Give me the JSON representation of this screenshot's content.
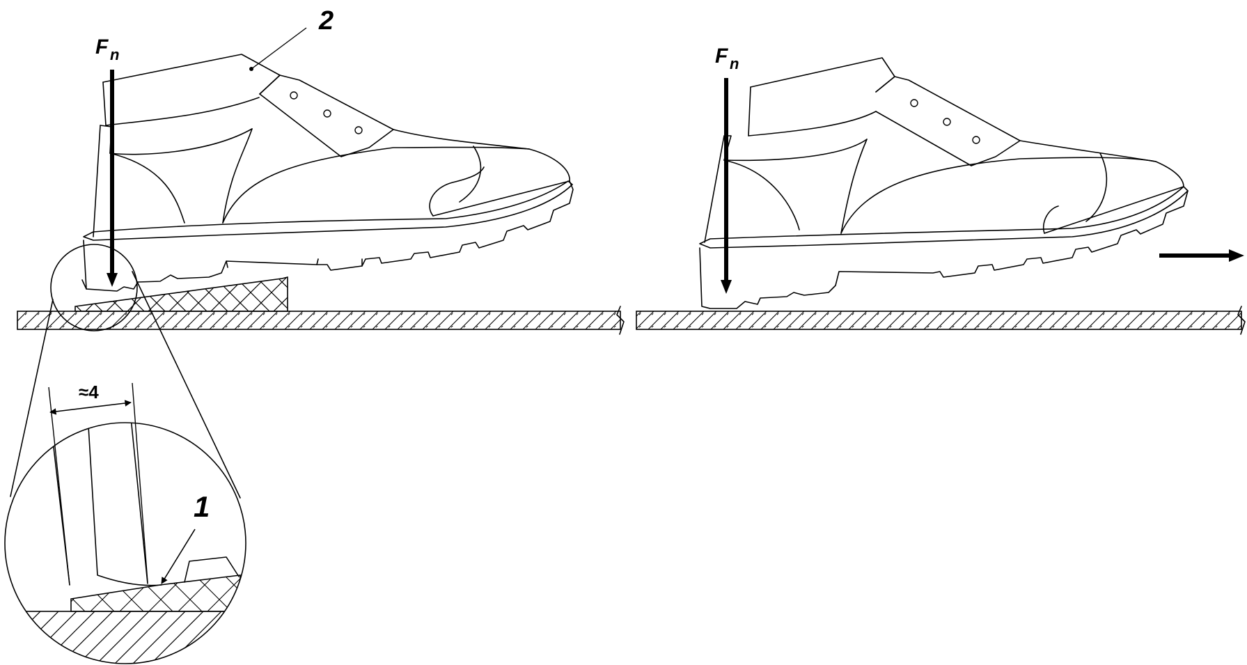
{
  "figure": {
    "force_label_main": "F",
    "force_label_sub": "n",
    "label_1": "1",
    "label_2": "2",
    "dimension_label": "≈4"
  },
  "colors": {
    "line": "#000000",
    "background": "#ffffff"
  }
}
